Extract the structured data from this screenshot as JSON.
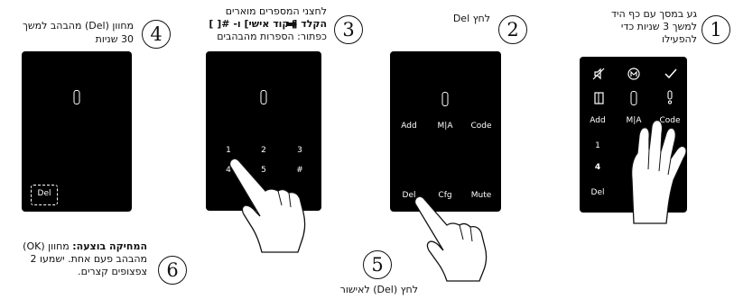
{
  "steps": [
    {
      "number": "1",
      "text_lines": [
        "גע במסך עם כף היד",
        "למשך 3 שניות כדי",
        "להפעילו"
      ]
    },
    {
      "number": "2",
      "text_lines": [
        "לחץ Del"
      ]
    },
    {
      "number": "3",
      "text_lines": [
        "לחצני המספרים מוארים",
        "הקלד [ קוד אישי] ו- #[ ]",
        "כפתור: הספרות מהבהבים"
      ],
      "bold_part": "קוד אישי"
    },
    {
      "number": "4",
      "text_lines": [
        "מחוון (Del) מהבהב למשך",
        "30 שניות"
      ]
    },
    {
      "number": "5",
      "text_lines": [
        "לחץ (Del) לאישור"
      ]
    },
    {
      "number": "6",
      "bold_prefix": "המחיקה בוצעה:",
      "text_lines": [
        "מחוון (OK)",
        "מהבהב פעם אחת. ישמעו 2",
        "צפצופים קצרים."
      ]
    }
  ],
  "keypad": {
    "row_func": [
      "Add",
      "M|A",
      "Code"
    ],
    "row_digits1": [
      "1",
      "2",
      "3"
    ],
    "row_digits2": [
      "4",
      "5",
      "#"
    ],
    "row_bottom": [
      "Del",
      "Cfg",
      "Mute"
    ]
  },
  "icons": [
    "mute-icon",
    "m-icon",
    "check-icon",
    "door-icon",
    "slot-icon",
    "exclamation-icon"
  ],
  "colors": {
    "panel": "#000000",
    "panel_text": "#ffffff",
    "background": "#ffffff"
  }
}
